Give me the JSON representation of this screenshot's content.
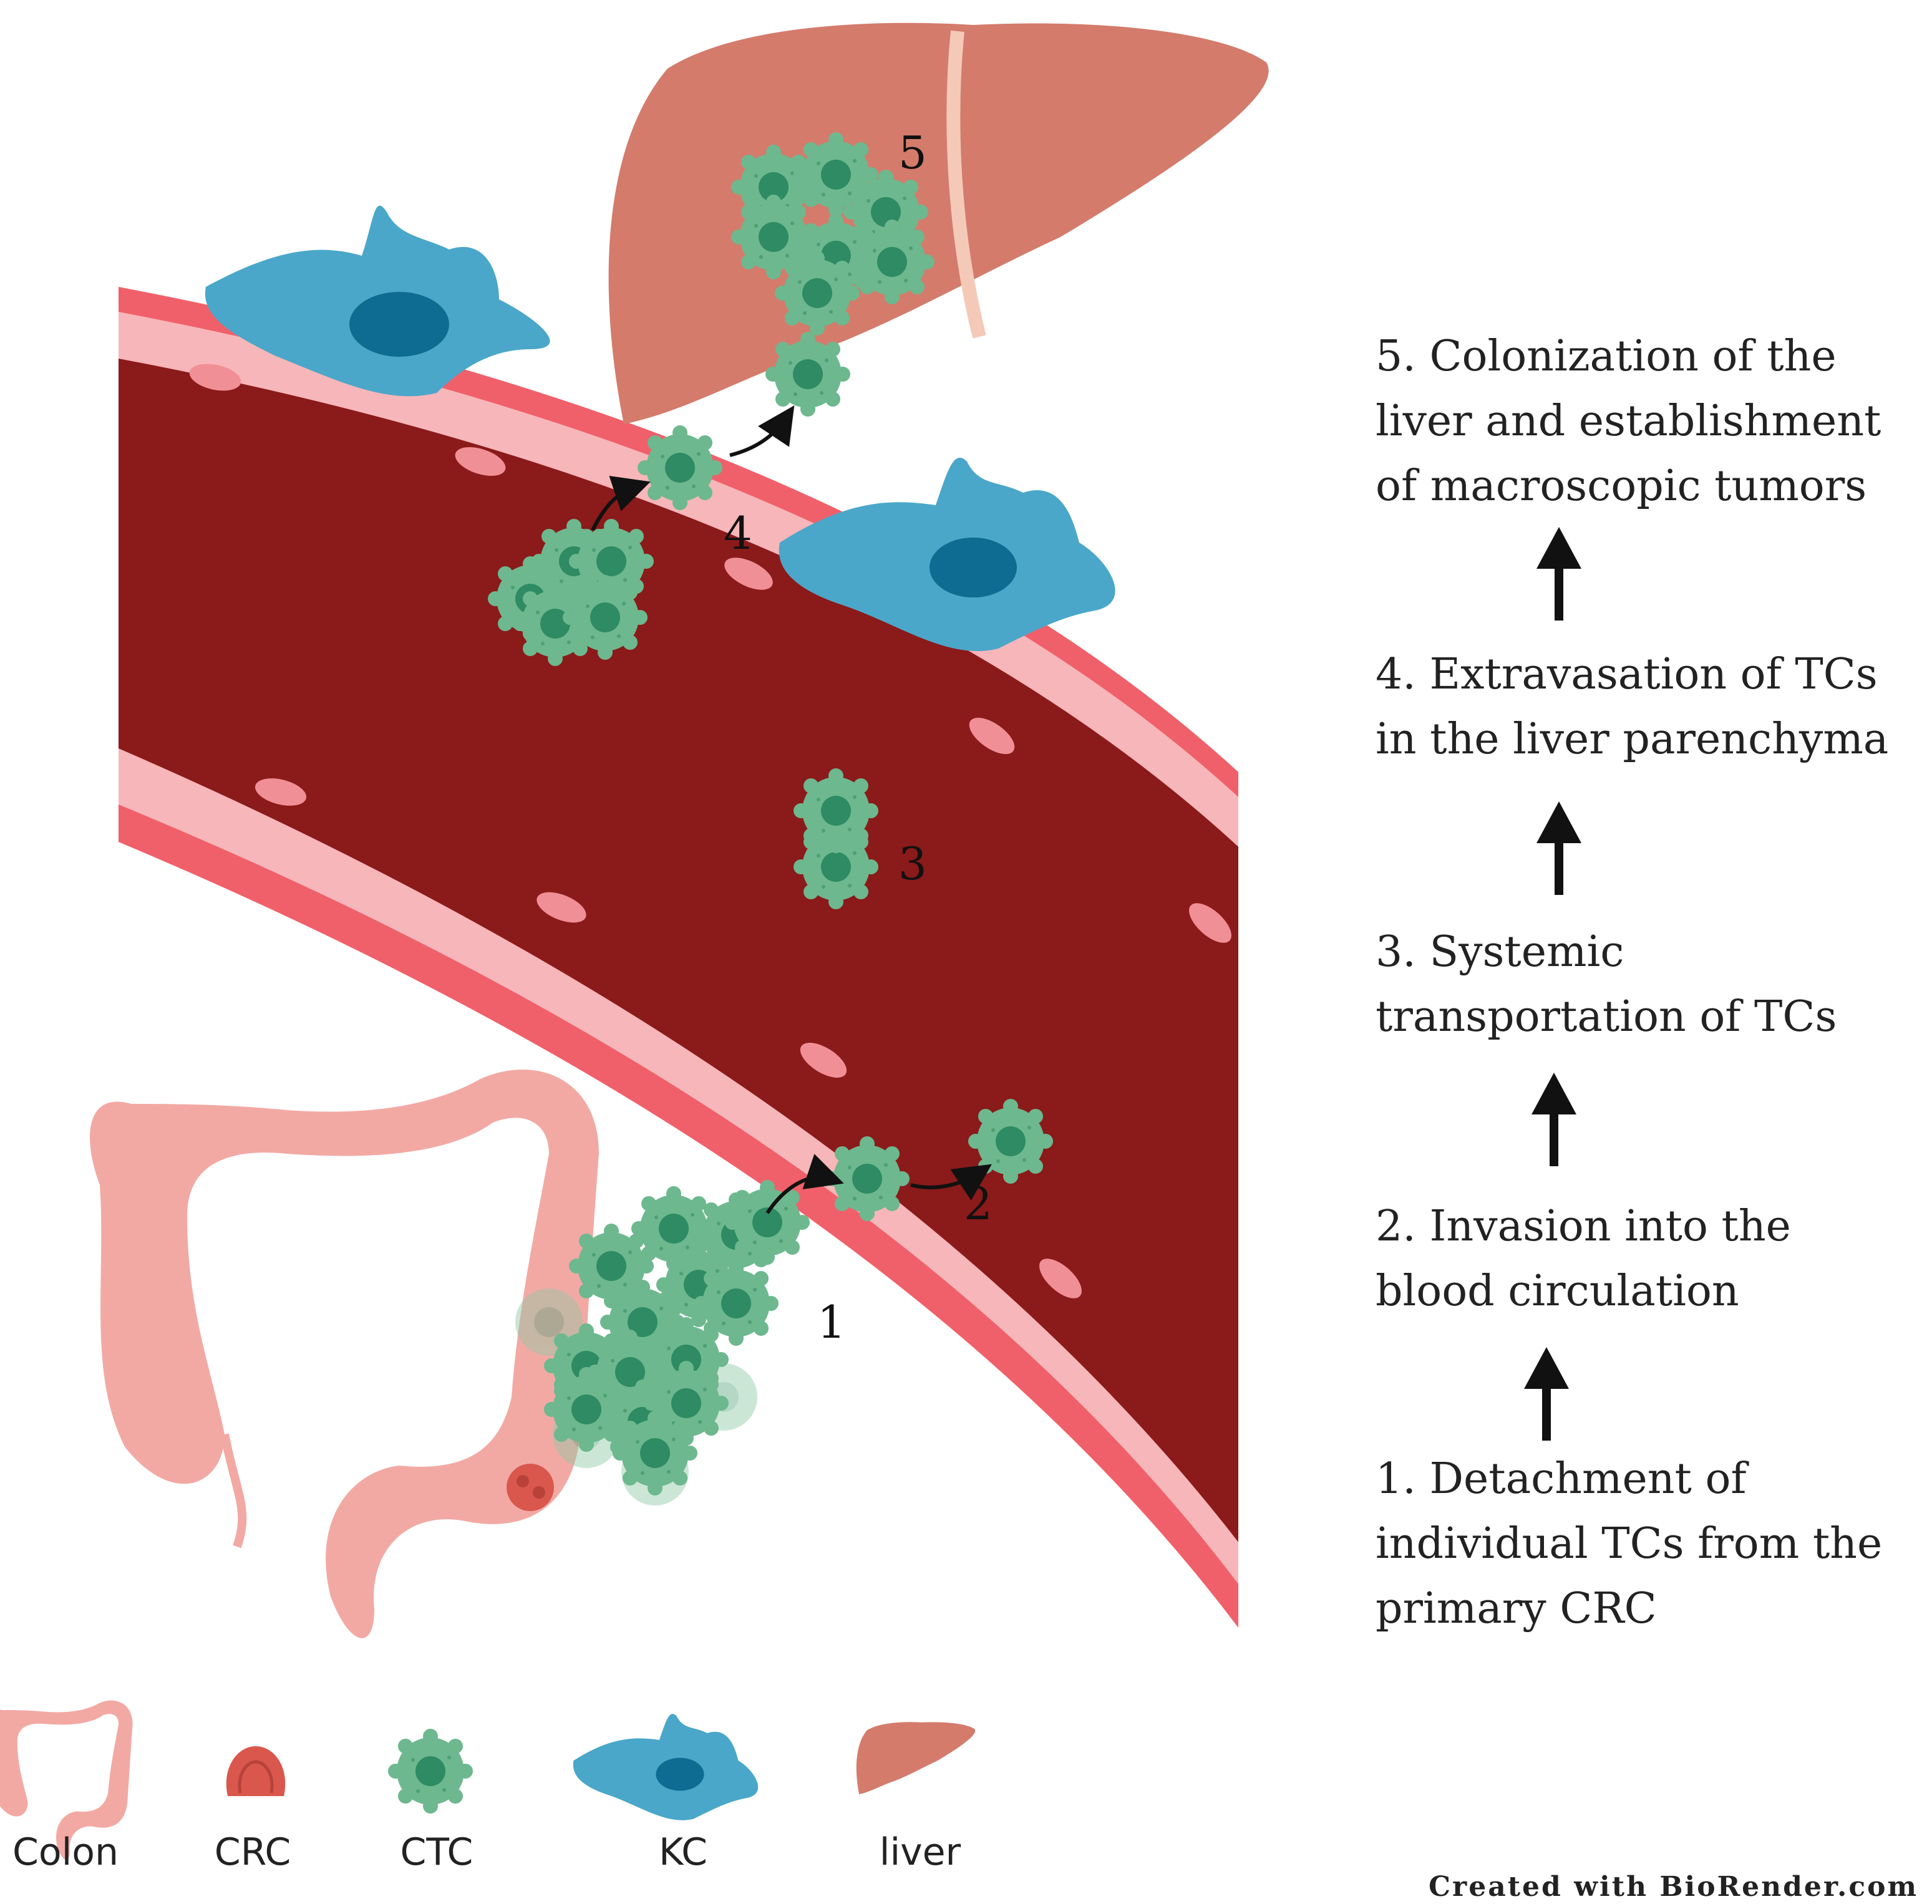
{
  "steps": [
    {
      "text": "5. Colonization of the\nliver and establishment\nof macroscopic tumors"
    },
    {
      "text": "4. Extravasation of TCs\nin the liver parenchyma"
    },
    {
      "text": "3. Systemic\ntransportation of TCs"
    },
    {
      "text": "2. Invasion into the\nblood circulation"
    },
    {
      "text": "1. Detachment of\nindividual TCs from the\nprimary CRC"
    }
  ],
  "stage_numbers": [
    "1",
    "2",
    "3",
    "4",
    "5"
  ],
  "legend": [
    {
      "label": "Colon",
      "icon": "colon-icon"
    },
    {
      "label": "CRC",
      "icon": "crc-icon"
    },
    {
      "label": "CTC",
      "icon": "ctc-icon"
    },
    {
      "label": "KC",
      "icon": "kc-icon"
    },
    {
      "label": "liver",
      "icon": "liver-icon"
    }
  ],
  "credit": "Created with BioRender.com",
  "colors": {
    "blood": "#8b1a1a",
    "vessel_wall": "#f0606a",
    "endothelium": "#f7b6b9",
    "ctc": "#6db88e",
    "ctc_nucleus": "#2e8b63",
    "kupffer": "#4aa7c9",
    "kupffer_nucleus": "#0e6b91",
    "liver": "#d47b6c",
    "colon": "#f2a9a4",
    "crc": "#d9574c"
  }
}
